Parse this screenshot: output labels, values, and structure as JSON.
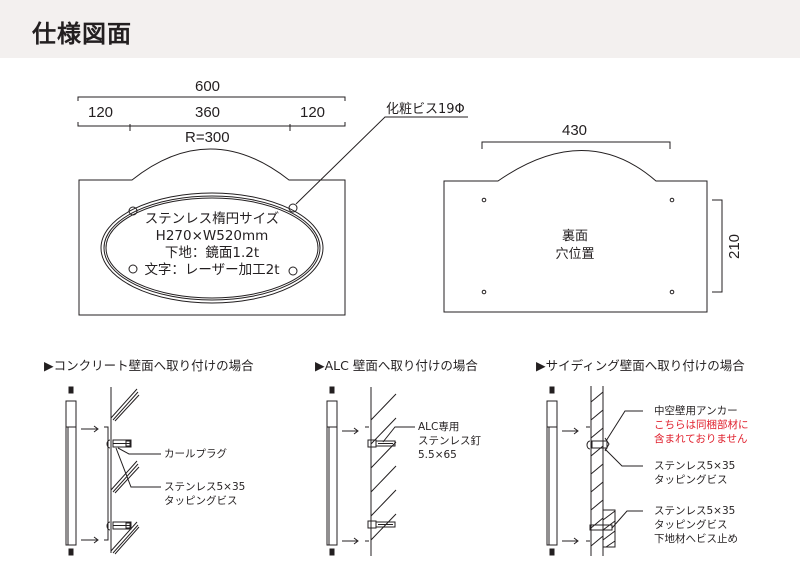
{
  "header": {
    "title": "仕様図面"
  },
  "front_view": {
    "dimensions": {
      "total_width": "600",
      "left_segment": "120",
      "center_segment": "360",
      "right_segment": "120",
      "arc_radius": "R=300"
    },
    "screw_label": "化粧ビス19Φ",
    "plate_text": [
      "ステンレス楕円サイズ",
      "H270×W520mm",
      "下地：鏡面1.2t",
      "文字：レーザー加工2t"
    ]
  },
  "back_view": {
    "dimensions": {
      "hole_width": "430",
      "hole_height": "210"
    },
    "label": [
      "裏面",
      "穴位置"
    ]
  },
  "install_sections": [
    {
      "title": "▶コンクリート壁面へ取り付けの場合",
      "notes": [
        {
          "lines": [
            "カールプラグ"
          ]
        },
        {
          "lines": [
            "ステンレス5×35",
            "タッピングビス"
          ]
        }
      ]
    },
    {
      "title": "▶ALC 壁面へ取り付けの場合",
      "notes": [
        {
          "lines": [
            "ALC専用",
            "ステンレス釘",
            "5.5×65"
          ]
        }
      ]
    },
    {
      "title": "▶サイディング壁面へ取り付けの場合",
      "notes": [
        {
          "lines": [
            "中空壁用アンカー"
          ],
          "warning": [
            "こちらは同梱部材に",
            "含まれておりません"
          ]
        },
        {
          "lines": [
            "ステンレス5×35",
            "タッピングビス"
          ]
        },
        {
          "lines": [
            "ステンレス5×35",
            "タッピングビス",
            "下地材へビス止め"
          ]
        }
      ]
    }
  ],
  "colors": {
    "header_bg": "#f3f0ef",
    "line": "#231f20",
    "warning": "#e0212e"
  }
}
